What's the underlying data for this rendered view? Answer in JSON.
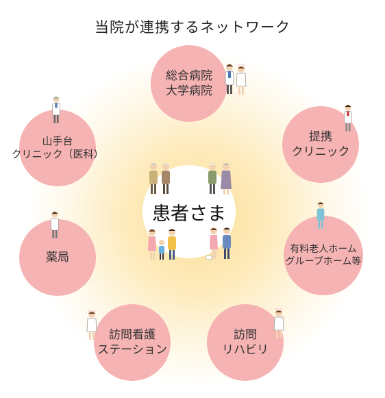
{
  "title": "当院が連携するネットワーク",
  "center": {
    "label": "患者さま"
  },
  "nodes": [
    {
      "name": "univ-hospital",
      "lines": [
        "総合病院",
        "大学病院"
      ]
    },
    {
      "name": "partner-clinic",
      "lines": [
        "提携",
        "クリニック"
      ]
    },
    {
      "name": "care-home",
      "lines": [
        "有料老人ホーム",
        "グループホーム等"
      ]
    },
    {
      "name": "home-rehab",
      "lines": [
        "訪問",
        "リハビリ"
      ]
    },
    {
      "name": "nursing-station",
      "lines": [
        "訪問看護",
        "ステーション"
      ]
    },
    {
      "name": "pharmacy",
      "lines": [
        "薬局"
      ]
    },
    {
      "name": "yamate-clinic",
      "lines": [
        "山手台",
        "クリニック（医科）"
      ]
    }
  ],
  "colors": {
    "node_fill": "#f6b3b3",
    "glow": "#fddf96",
    "center_fill": "#ffffff"
  },
  "figures": [
    "doctor",
    "nurse",
    "caregiver",
    "elderly-couple",
    "family"
  ]
}
